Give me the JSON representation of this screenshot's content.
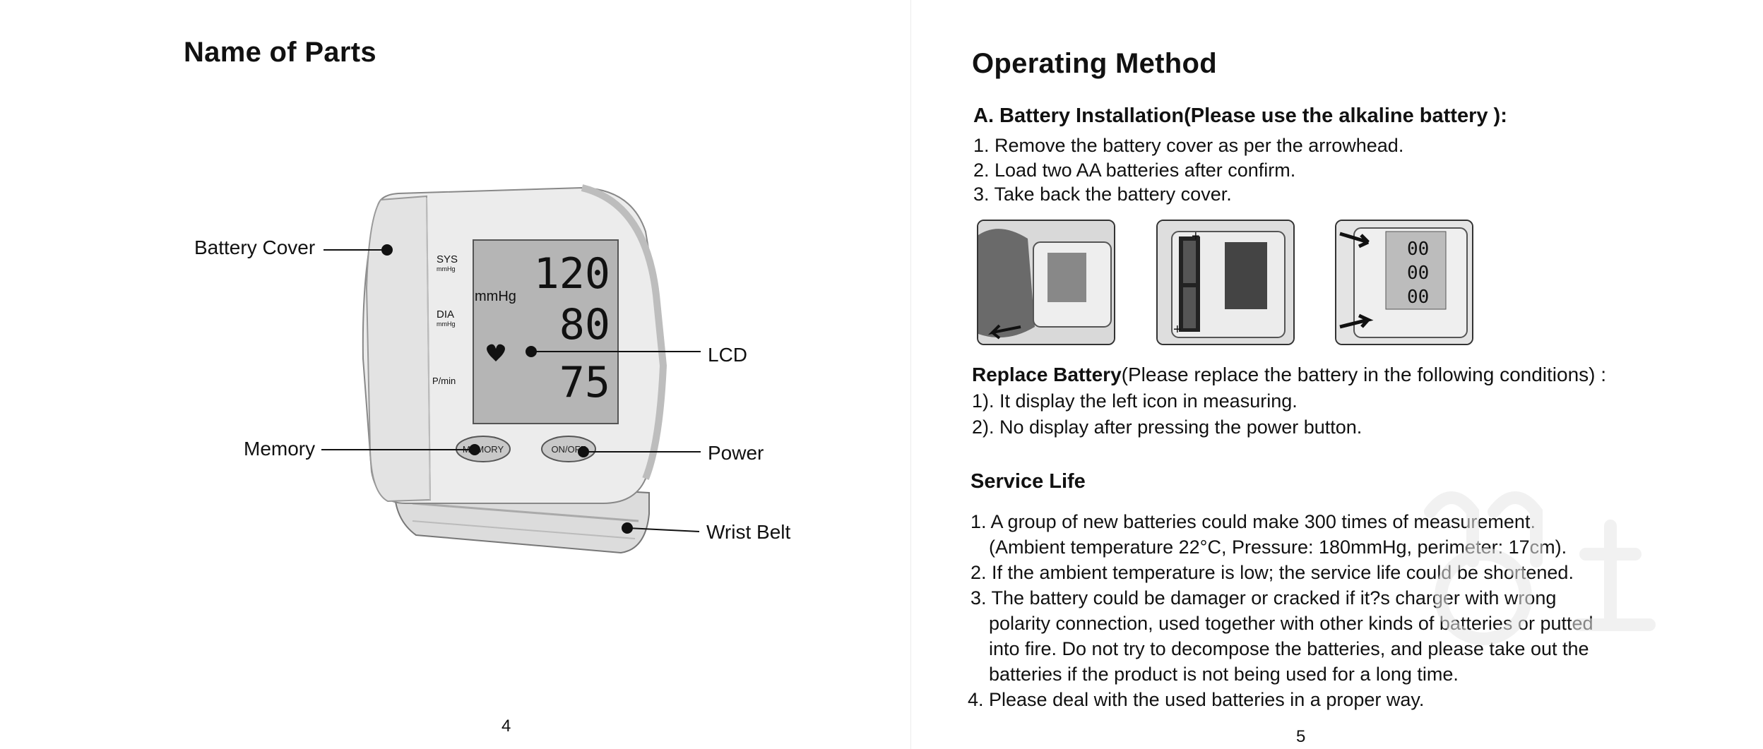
{
  "left_page": {
    "title": "Name of Parts",
    "labels": {
      "battery_cover": "Battery Cover",
      "lcd": "LCD",
      "memory": "Memory",
      "power": "Power",
      "wrist_belt": "Wrist Belt"
    },
    "device": {
      "sys": "SYS",
      "sys_unit": "mmHg",
      "dia": "DIA",
      "dia_unit": "mmHg",
      "mmhg": "mmHg",
      "pmin": "P/min",
      "readings": [
        "120",
        "80",
        "75"
      ],
      "memory_button": "MEMORY",
      "power_button": "ON/OFF"
    },
    "page_number": "4"
  },
  "right_page": {
    "title": "Operating Method",
    "battery_installation": {
      "heading": "A. Battery Installation(Please use the alkaline battery ):",
      "steps": [
        "1. Remove the battery cover as per the arrowhead.",
        "2. Load two AA batteries after confirm.",
        "3. Take back the battery cover."
      ]
    },
    "replace_battery": {
      "heading_bold": "Replace Battery",
      "heading_rest": "(Please replace the battery in the following conditions) :",
      "items": [
        "1). It display the left icon in measuring.",
        "2). No display after pressing the power button."
      ]
    },
    "service_life": {
      "heading": "Service Life",
      "lines": [
        "1. A group of new batteries could make 300 times of measurement.",
        "(Ambient temperature 22°C, Pressure: 180mmHg, perimeter: 17cm).",
        "2. If the ambient temperature is low; the service life could be shortened.",
        "3. The battery could be damager or cracked if it?s charger with wrong",
        "polarity connection, used together with other kinds of batteries or putted",
        "into fire. Do not try to decompose the batteries, and please take out the",
        "batteries if the product is not being used for a long time.",
        "4. Please deal with the used batteries in a proper way."
      ]
    },
    "page_number": "5"
  }
}
